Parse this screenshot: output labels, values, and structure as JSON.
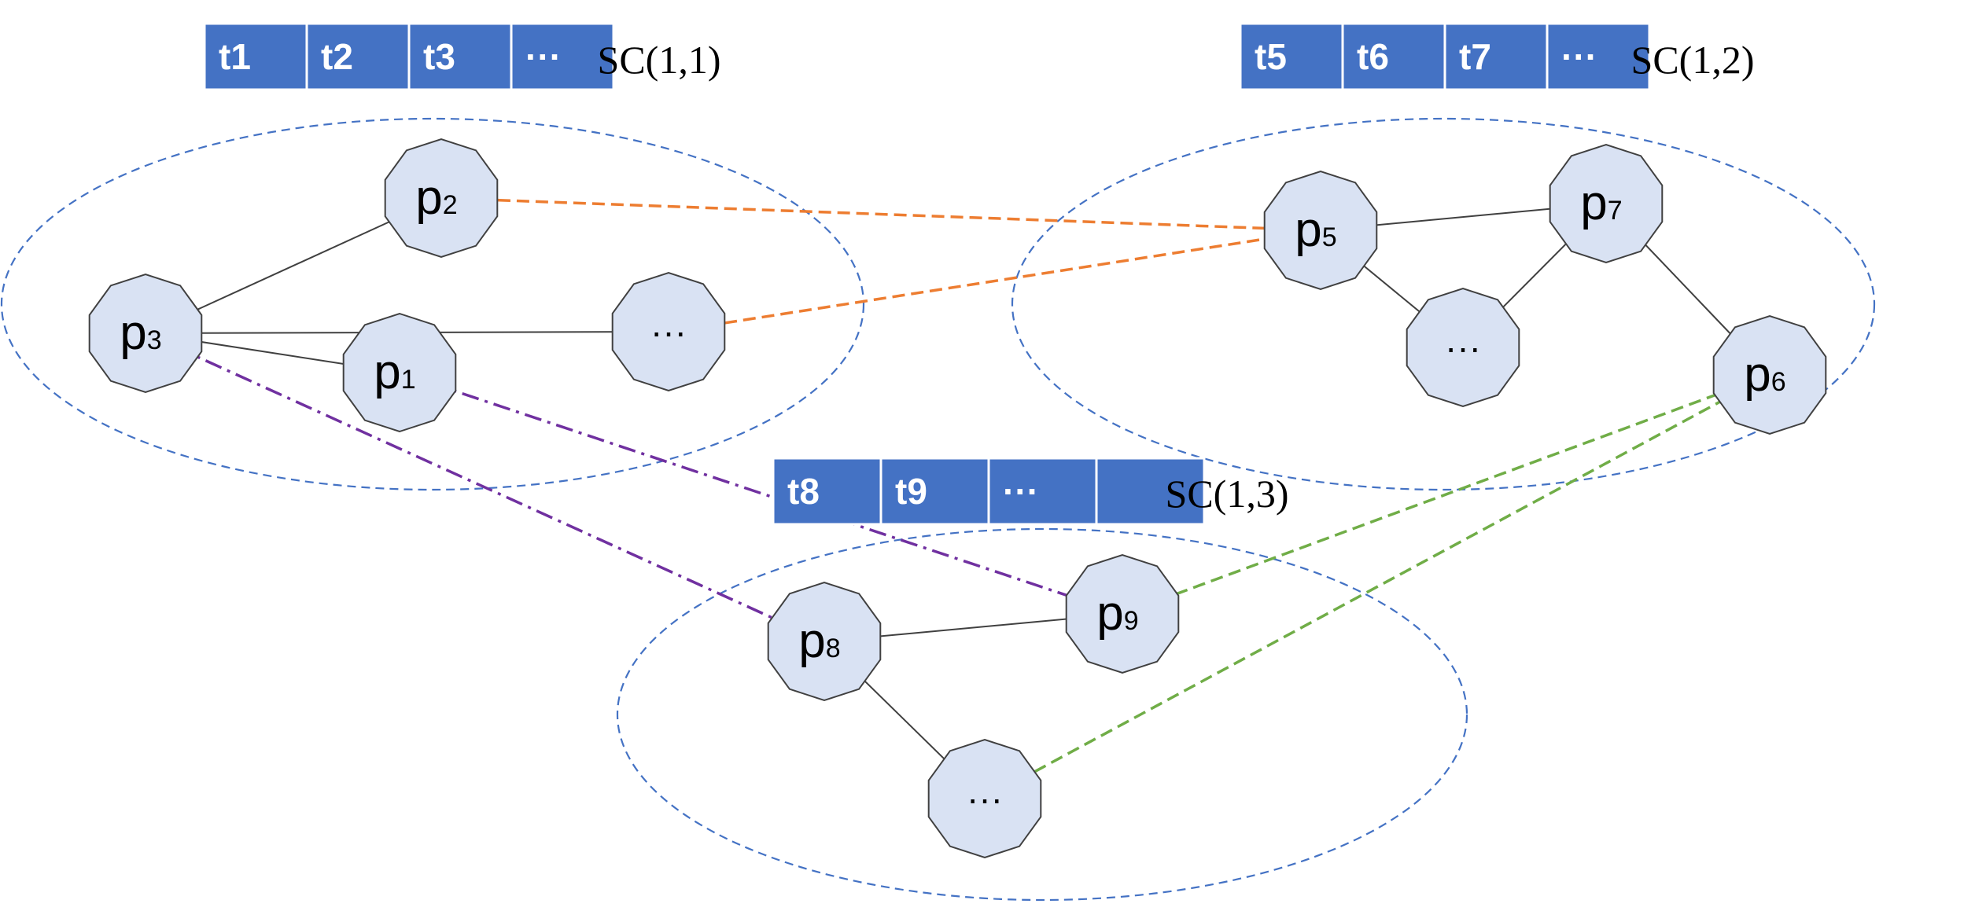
{
  "groups": [
    {
      "id": "g1",
      "label": "SC(1,1)",
      "tasks": [
        "t1",
        "t2",
        "t3",
        "···"
      ]
    },
    {
      "id": "g2",
      "label": "SC(1,2)",
      "tasks": [
        "t5",
        "t6",
        "t7",
        "···"
      ]
    },
    {
      "id": "g3",
      "label": "SC(1,3)",
      "tasks": [
        "t8",
        "t9",
        "···",
        ""
      ]
    }
  ],
  "nodes": [
    {
      "id": "p2",
      "main": "p",
      "sub": "2"
    },
    {
      "id": "p3",
      "main": "p",
      "sub": "3"
    },
    {
      "id": "p1",
      "main": "p",
      "sub": "1"
    },
    {
      "id": "e1",
      "main": "···",
      "sub": ""
    },
    {
      "id": "p5",
      "main": "p",
      "sub": "5"
    },
    {
      "id": "p7",
      "main": "p",
      "sub": "7"
    },
    {
      "id": "e2",
      "main": "···",
      "sub": ""
    },
    {
      "id": "p6",
      "main": "p",
      "sub": "6"
    },
    {
      "id": "p8",
      "main": "p",
      "sub": "8"
    },
    {
      "id": "p9",
      "main": "p",
      "sub": "9"
    },
    {
      "id": "e3",
      "main": "···",
      "sub": ""
    }
  ],
  "edges": [
    {
      "from": "p3",
      "to": "p2",
      "style": "solid"
    },
    {
      "from": "p3",
      "to": "e1",
      "style": "solid"
    },
    {
      "from": "p3",
      "to": "p1",
      "style": "solid"
    },
    {
      "from": "p5",
      "to": "p7",
      "style": "solid"
    },
    {
      "from": "p5",
      "to": "e2",
      "style": "solid"
    },
    {
      "from": "e2",
      "to": "p7",
      "style": "solid"
    },
    {
      "from": "p7",
      "to": "p6",
      "style": "solid"
    },
    {
      "from": "p8",
      "to": "p9",
      "style": "solid"
    },
    {
      "from": "p8",
      "to": "e3",
      "style": "solid"
    },
    {
      "from": "p2",
      "to": "p5",
      "style": "dashed",
      "color": "#ED7D31"
    },
    {
      "from": "e1",
      "to": "p5",
      "style": "dashed",
      "color": "#ED7D31"
    },
    {
      "from": "p3",
      "to": "p8",
      "style": "dashdot",
      "color": "#7030A0"
    },
    {
      "from": "p1",
      "to": "p9",
      "style": "dashdot",
      "color": "#7030A0"
    },
    {
      "from": "p9",
      "to": "p6",
      "style": "dashed",
      "color": "#70AD47"
    },
    {
      "from": "e3",
      "to": "p6",
      "style": "dashed",
      "color": "#70AD47"
    }
  ],
  "colors": {
    "task_fill": "#4472C4",
    "node_fill": "#D9E2F3",
    "node_stroke": "#404040",
    "group_outline": "#4472C4",
    "solid_edge": "#404040"
  }
}
